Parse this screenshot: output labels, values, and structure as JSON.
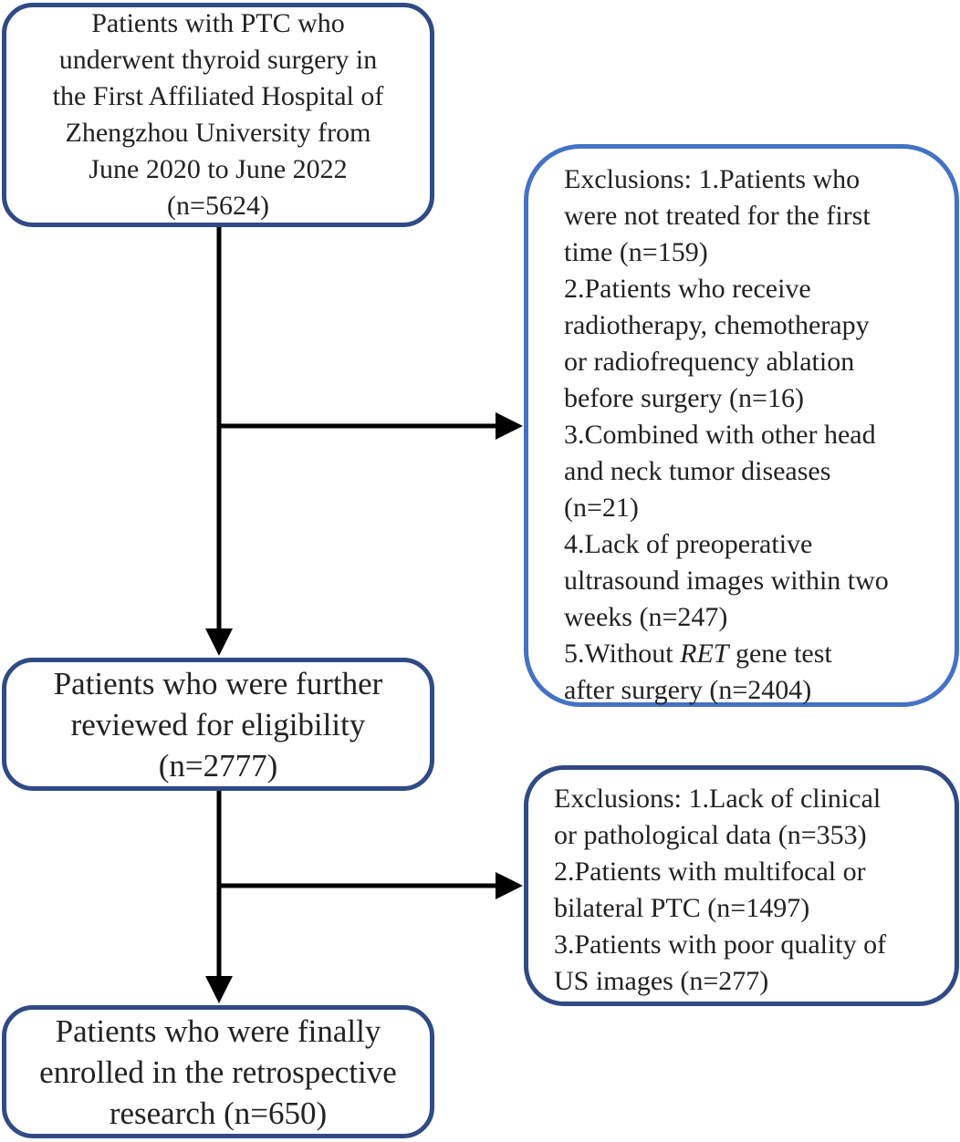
{
  "box_start": {
    "lines": [
      "Patients with PTC who",
      "underwent thyroid surgery in",
      "the First Affiliated Hospital of",
      "Zhengzhou University from",
      "June 2020 to June 2022",
      "(n=5624)"
    ]
  },
  "exclusion_1": {
    "lines": [
      "Exclusions: 1.Patients who",
      "were not treated for the first",
      "time (n=159)",
      "2.Patients who receive",
      "radiotherapy, chemotherapy",
      "or radiofrequency ablation",
      "before surgery (n=16)",
      "3.Combined with other head",
      "and neck tumor diseases",
      "(n=21)",
      "4.Lack of preoperative",
      "ultrasound images within two",
      "weeks  (n=247)"
    ],
    "item5_prefix": "5.Without ",
    "item5_gene": "RET",
    "item5_suffix": " gene test",
    "item5_line2": "after surgery (n=2404)"
  },
  "box_eligibility": {
    "lines": [
      "Patients who were further",
      "reviewed for eligibility",
      "(n=2777)"
    ]
  },
  "exclusion_2": {
    "lines": [
      "Exclusions: 1.Lack of clinical",
      "or pathological data (n=353)",
      "2.Patients with multifocal or",
      "bilateral PTC (n=1497)",
      "3.Patients with poor quality of",
      "US images (n=277)"
    ]
  },
  "box_final": {
    "lines": [
      "Patients who were finally",
      "enrolled in the retrospective",
      "research (n=650)"
    ]
  },
  "colors": {
    "main_border": "#2f4a85",
    "exclusion_1_border": "#4472c4",
    "arrow": "#000000"
  }
}
